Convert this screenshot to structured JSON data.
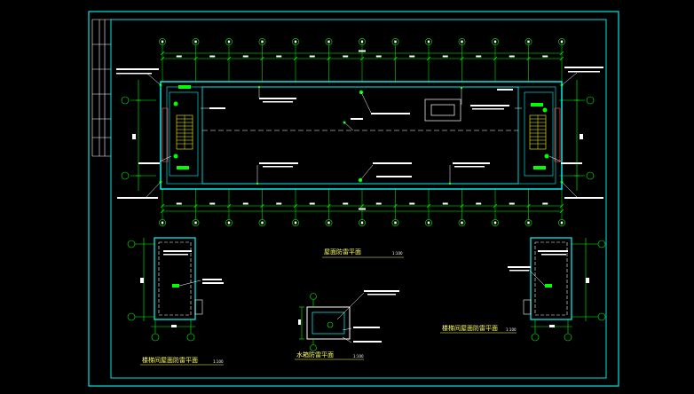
{
  "drawing": {
    "colors": {
      "background": "#000000",
      "frame": "#00e5e5",
      "wall": "#00ffff",
      "dimension": "#00ff00",
      "annotation": "#ffffff",
      "caption": "#ffff66",
      "stair": "#ffff00",
      "highlight": "#ff3333"
    },
    "column_grid_count": 13,
    "row_grid_count": 2
  },
  "views": [
    {
      "id": "roof-plan",
      "caption": "屋面防雷平面",
      "scale": "1:100"
    },
    {
      "id": "stair-roof-left",
      "caption": "楼梯间屋面防雷平面",
      "scale": "1:100"
    },
    {
      "id": "water-tank",
      "caption": "水箱防雷平面",
      "scale": "1:100"
    },
    {
      "id": "stair-roof-right",
      "caption": "楼梯间屋面防雷平面",
      "scale": "1:100"
    }
  ]
}
